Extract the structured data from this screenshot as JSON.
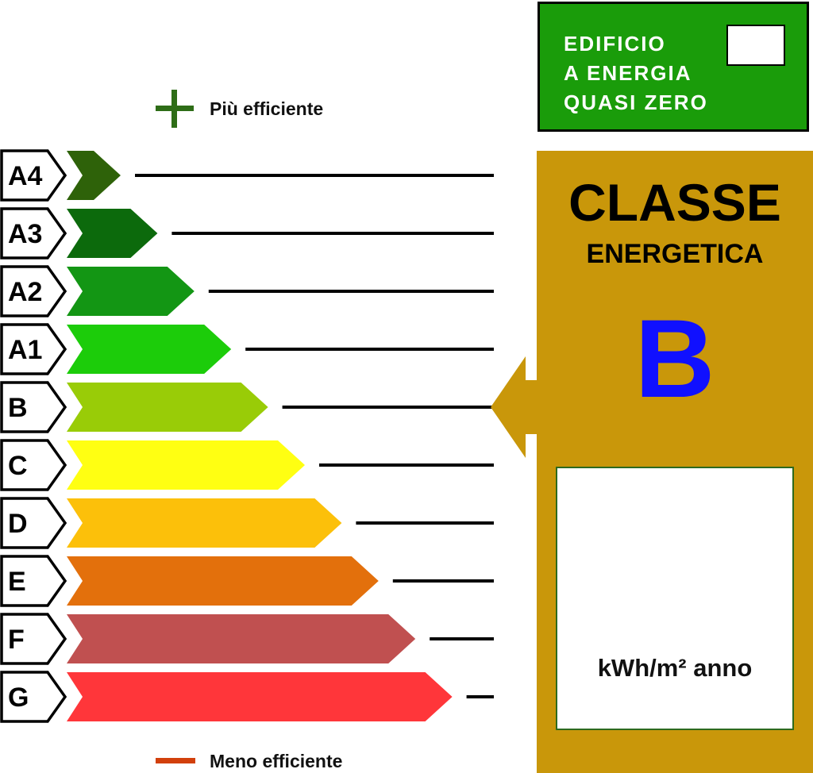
{
  "legend": {
    "more_efficient": {
      "label": "Più efficiente",
      "color": "#2e6d17"
    },
    "less_efficient": {
      "label": "Meno efficiente",
      "color": "#d2400c"
    }
  },
  "classes": [
    {
      "label": "A4",
      "color": "#2e6209"
    },
    {
      "label": "A3",
      "color": "#0c6a0c"
    },
    {
      "label": "A2",
      "color": "#139614"
    },
    {
      "label": "A1",
      "color": "#1ccc0a"
    },
    {
      "label": "B",
      "color": "#99cc07"
    },
    {
      "label": "C",
      "color": "#ffff12"
    },
    {
      "label": "D",
      "color": "#fcc00a"
    },
    {
      "label": "E",
      "color": "#e3700c"
    },
    {
      "label": "F",
      "color": "#c05050"
    },
    {
      "label": "G",
      "color": "#ff363a"
    }
  ],
  "nzeb": {
    "label": "EDIFICIO\nA ENERGIA\nQUASI ZERO",
    "checked": false,
    "color": "#1a9c0a"
  },
  "energy_class": {
    "title": "CLASSE",
    "subtitle": "ENERGETICA",
    "value": "B",
    "value_color": "#1010ff",
    "panel_color": "#c9970a",
    "unit": "kWh/m² anno",
    "indicator_value": ""
  }
}
